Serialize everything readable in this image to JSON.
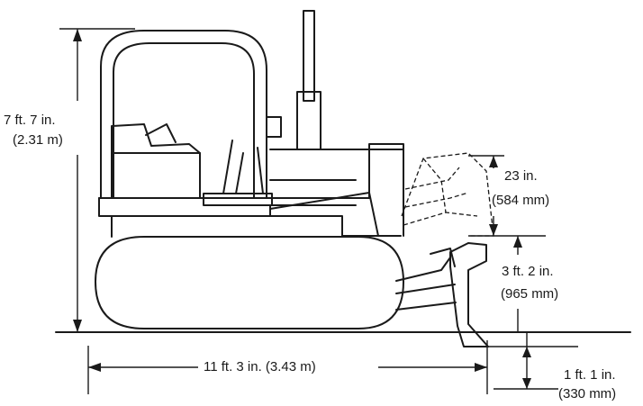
{
  "dimensions": {
    "height": {
      "imperial": "7 ft. 7 in.",
      "metric": "(2.31 m)"
    },
    "length": {
      "text": "11 ft. 3 in. (3.43 m)"
    },
    "blade_lift": {
      "imperial": "23 in.",
      "metric": "(584 mm)"
    },
    "blade_height": {
      "imperial": "3 ft. 2 in.",
      "metric": "(965 mm)"
    },
    "blade_drop": {
      "imperial": "1 ft. 1 in.",
      "metric": "(330 mm)"
    }
  }
}
